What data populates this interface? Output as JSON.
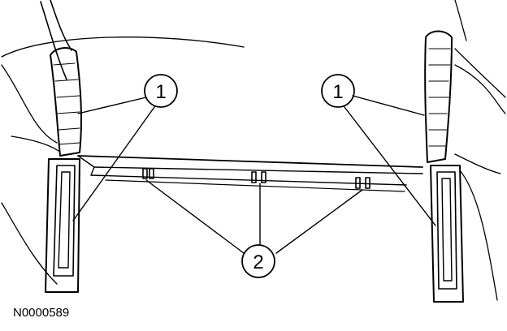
{
  "callouts": {
    "left": "1",
    "right": "1",
    "center": "2"
  },
  "reference_code": "N0000589",
  "colors": {
    "ink": "#000000",
    "paper": "#ffffff"
  }
}
